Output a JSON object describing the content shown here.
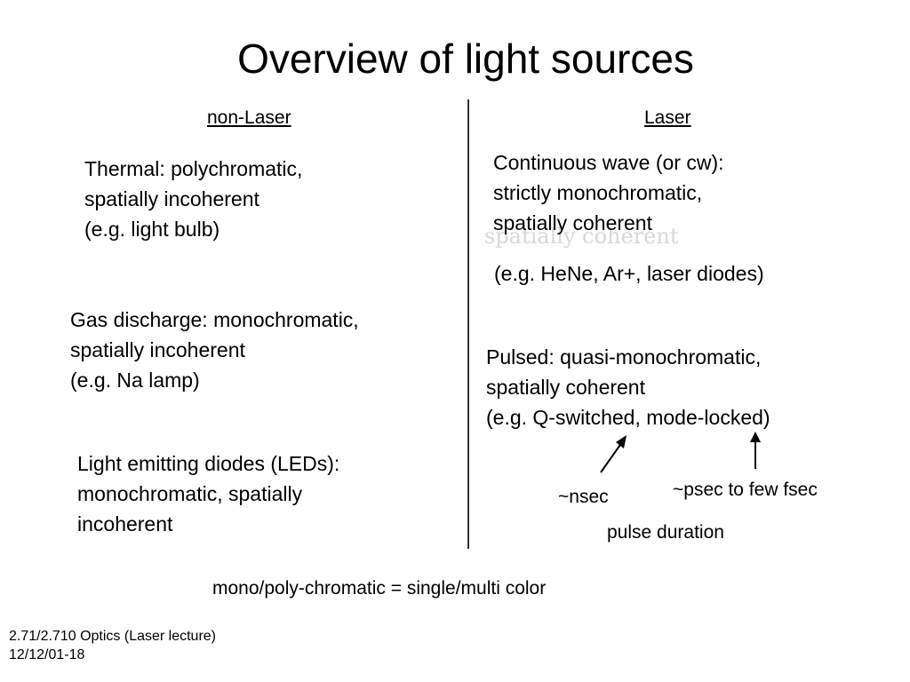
{
  "slide": {
    "title": "Overview of light sources",
    "columns": {
      "non_laser": "non-Laser",
      "laser": "Laser"
    },
    "non_laser": [
      {
        "lines": [
          "Thermal: polychromatic,",
          "spatially incoherent",
          "(e.g. light bulb)"
        ]
      },
      {
        "lines": [
          "Gas discharge: monochromatic,",
          "spatially incoherent",
          "(e.g. Na lamp)"
        ]
      },
      {
        "lines": [
          "Light emitting diodes (LEDs):",
          "monochromatic, spatially",
          "incoherent"
        ]
      }
    ],
    "laser": {
      "cw": {
        "lines": [
          "Continuous wave (or cw):",
          "strictly monochromatic,",
          "spatially coherent"
        ]
      },
      "cw_example": "(e.g. HeNe, Ar+, laser diodes)",
      "pulsed": {
        "lines": [
          "Pulsed: quasi-monochromatic,",
          "spatially coherent",
          "(e.g. Q-switched, mode-locked)"
        ]
      },
      "nsec": "~nsec",
      "psec": "~psec to few fsec",
      "pulse_duration": "pulse duration"
    },
    "note": "mono/poly-chromatic = single/multi color",
    "footer": {
      "course": "2.71/2.710 Optics (Laser lecture)",
      "date": "12/12/01-18"
    }
  }
}
